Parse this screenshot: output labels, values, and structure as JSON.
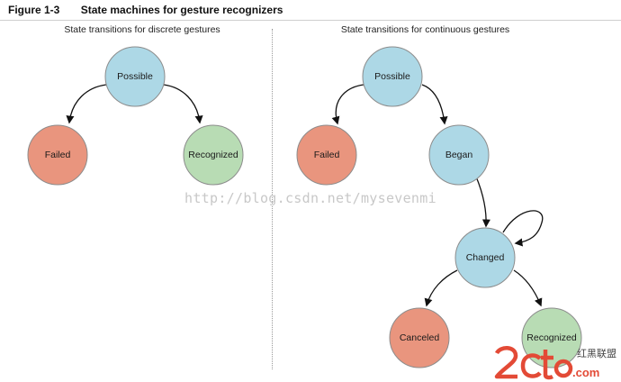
{
  "figure": {
    "number": "Figure 1-3",
    "title": "State machines for gesture recognizers"
  },
  "panels": {
    "discrete": {
      "title": "State transitions for discrete gestures",
      "nodes": {
        "possible": "Possible",
        "failed": "Failed",
        "recognized": "Recognized"
      }
    },
    "continuous": {
      "title": "State transitions for continuous gestures",
      "nodes": {
        "possible": "Possible",
        "failed": "Failed",
        "began": "Began",
        "changed": "Changed",
        "canceled": "Canceled",
        "recognized": "Recognized"
      }
    }
  },
  "colors": {
    "state_blue": "#add8e6",
    "state_red": "#e9957e",
    "state_green": "#b8dcb4",
    "stroke": "#8c8c8c",
    "arrow": "#111111"
  },
  "watermark": "http://blog.csdn.net/mysevenmi",
  "logo": {
    "brand": "2cto",
    "domain": ".com",
    "tagline": "红黑联盟"
  }
}
